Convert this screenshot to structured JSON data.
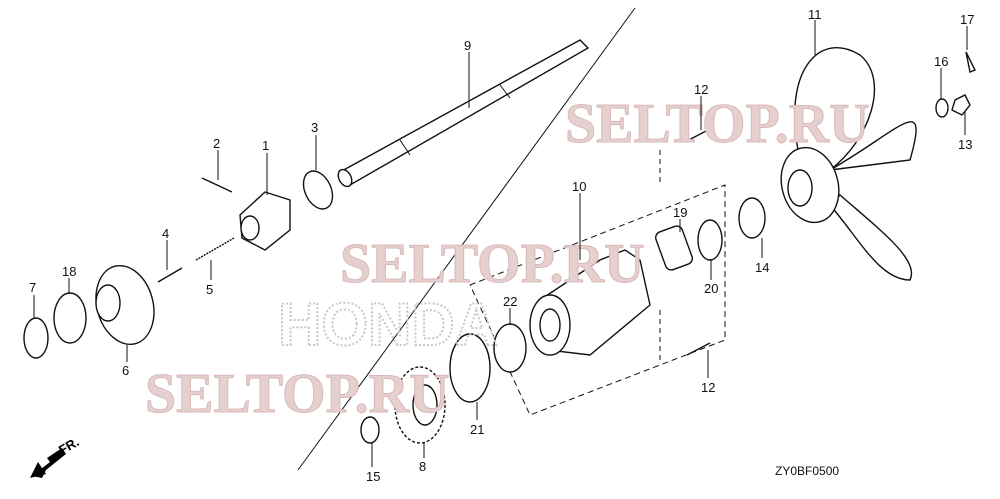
{
  "diagram": {
    "watermarks": [
      "SELTOP.RU",
      "SELTOP.RU",
      "SELTOP.RU",
      "HONDA"
    ],
    "diagram_code": "ZY0BF0500",
    "front_indicator": "FR.",
    "callouts": [
      "1",
      "2",
      "3",
      "4",
      "5",
      "6",
      "7",
      "8",
      "9",
      "10",
      "11",
      "12",
      "12",
      "13",
      "14",
      "15",
      "16",
      "17",
      "18",
      "19",
      "20",
      "21",
      "22"
    ]
  }
}
